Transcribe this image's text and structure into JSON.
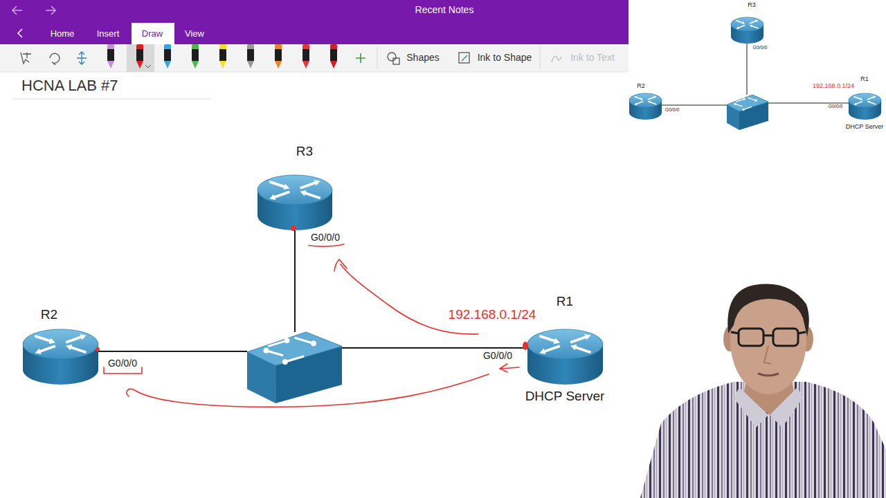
{
  "diagram": {
    "title": "HCNA LAB #7",
    "nodes": [
      {
        "text": [
          "R3"
        ]
      },
      {
        "text": [
          "R2"
        ]
      },
      {
        "text": []
      },
      {
        "text": [
          "R1",
          "DHCP Server"
        ]
      },
      {
        "text": [
          "R3"
        ]
      },
      {
        "text": [
          "R2"
        ]
      },
      {
        "text": []
      },
      {
        "text": [
          "R1",
          "DHCP Server"
        ]
      }
    ],
    "edges": [
      {
        "from": 2,
        "to": 0,
        "arrow": "none"
      },
      {
        "from": 1,
        "to": 2,
        "arrow": "none"
      },
      {
        "from": 2,
        "to": 3,
        "arrow": "none"
      },
      {
        "from": 6,
        "to": 4,
        "arrow": "none"
      },
      {
        "from": 5,
        "to": 6,
        "arrow": "none"
      },
      {
        "from": 6,
        "to": 7,
        "arrow": "none"
      }
    ],
    "labels": [
      "Recent Notes",
      "Home",
      "Insert",
      "Draw",
      "View",
      "Shapes",
      "Ink to Shape",
      "Ink to Text",
      "G0/0/0",
      "192.168.0.1/24",
      "G0/0/0",
      "G0/0/0",
      "G0/0/0",
      "192.168.0.1/24",
      "G0/0/0",
      "G0/0/0"
    ]
  }
}
